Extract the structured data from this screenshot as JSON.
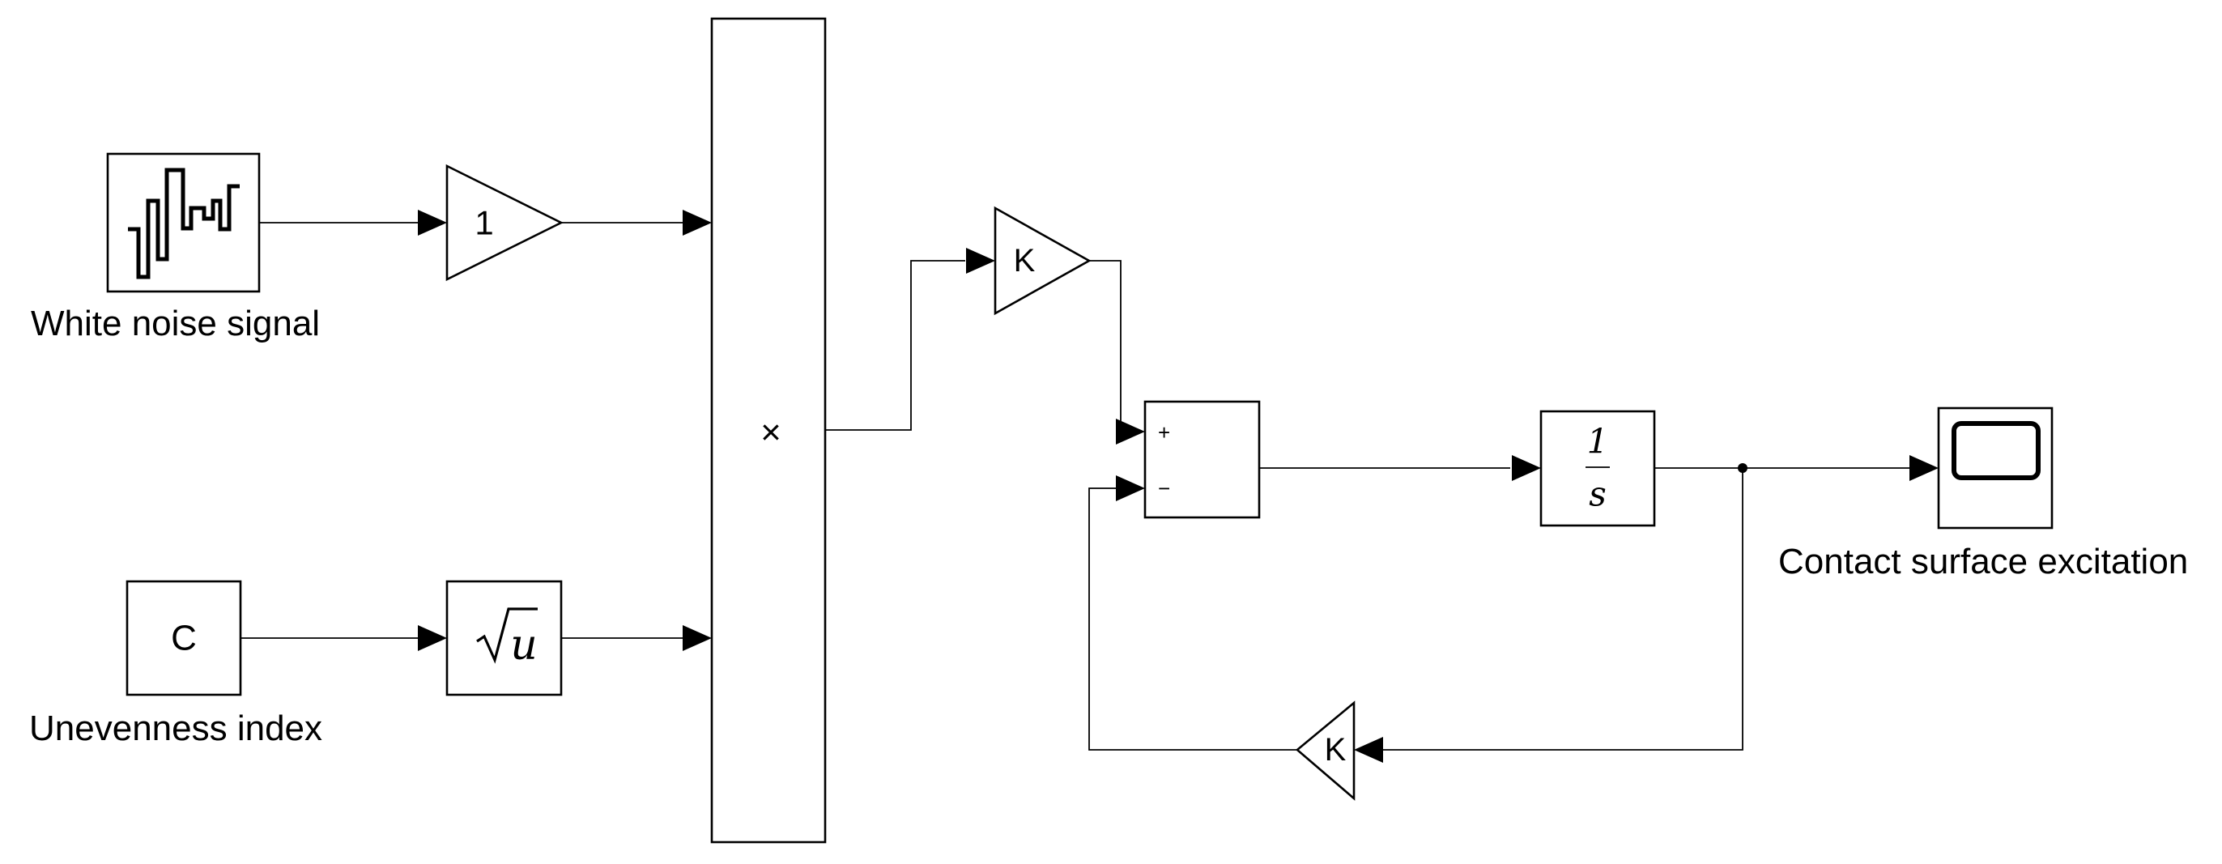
{
  "labels": {
    "white_noise": "White noise signal",
    "unevenness": "Unevenness index",
    "contact_excitation": "Contact surface excitation"
  },
  "blocks": {
    "gain_1": "1",
    "constant": "C",
    "sqrt_var": "u",
    "gain_k_top": "K",
    "gain_k_feedback": "K",
    "product_symbol": "×",
    "sum_plus": "+",
    "sum_minus": "−",
    "integrator_num": "1",
    "integrator_den": "s"
  }
}
